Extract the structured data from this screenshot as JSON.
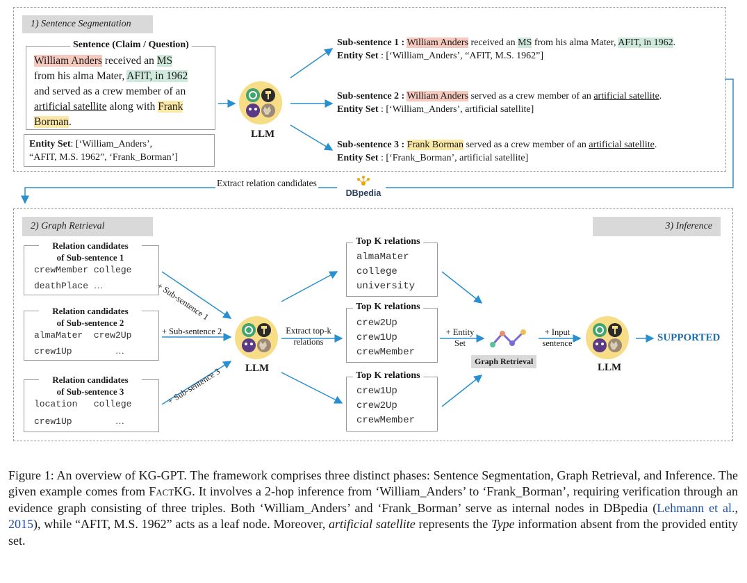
{
  "phase1": {
    "tag": "1) Sentence Segmentation",
    "claim_box_title": "Sentence (Claim / Question)",
    "claim": {
      "p1": "William Anders",
      "p2": " received an ",
      "p3": "MS",
      "p4": "from his alma Mater, ",
      "p5": "AFIT, in 1962",
      "p6": "and served as a crew member of an",
      "p7": "artificial satellite",
      "p8": " along with ",
      "p9": "Frank",
      "p10": "Borman",
      "p11": "."
    },
    "entity_set_label": "Entity Set",
    "entity_set_line1": ": [‘William_Anders’,",
    "entity_set_line2": "“AFIT, M.S. 1962”, ‘Frank_Borman’]",
    "llm_label": "LLM",
    "sub1": {
      "label": "Sub-sentence 1 :",
      "a": "William Anders",
      "b": " received an ",
      "c": "MS",
      "d": " from his alma Mater, ",
      "e": "AFIT, in 1962",
      "f": ".",
      "entity_label": "Entity Set",
      "entity_value": " : [‘William_Anders’, “AFIT, M.S. 1962”]"
    },
    "sub2": {
      "label": "Sub-sentence 2 :",
      "a": "William Anders",
      "b": " served as a crew member of an ",
      "c": "artificial satellite",
      "d": ".",
      "entity_label": "Entity Set",
      "entity_value": " : [‘William_Anders’, artificial satellite]"
    },
    "sub3": {
      "label": "Sub-sentence 3 :",
      "a": "Frank Borman",
      "b": " served as a crew member of an ",
      "c": "artificial satellite",
      "d": ".",
      "entity_label": "Entity Set",
      "entity_value": " : [‘Frank_Borman’, artificial satellite]"
    }
  },
  "connector": {
    "label": "Extract relation candidates",
    "dbpedia": "DBpedia"
  },
  "phase2": {
    "tag": "2) Graph Retrieval",
    "candidates": [
      {
        "title1": "Relation candidates",
        "title2": "of Sub-sentence 1",
        "r1a": "crewMember",
        "r1b": "college",
        "r2a": "deathPlace",
        "r2b": "…",
        "arrow": "+ Sub-sentence 1"
      },
      {
        "title1": "Relation candidates",
        "title2": "of Sub-sentence 2",
        "r1a": "almaMater",
        "r1b": "crew2Up",
        "r2a": "crew1Up",
        "r2b": "…",
        "arrow": "+ Sub-sentence 2"
      },
      {
        "title1": "Relation candidates",
        "title2": "of Sub-sentence 3",
        "r1a": "location",
        "r1b": "college",
        "r2a": "crew1Up",
        "r2b": "…",
        "arrow": "+ Sub-sentence 3"
      }
    ],
    "llm_label": "LLM",
    "extract_label1": "Extract top-k",
    "extract_label2": "relations",
    "topk": [
      {
        "title": "Top K relations",
        "items": [
          "almaMater",
          "college",
          "university"
        ]
      },
      {
        "title": "Top K relations",
        "items": [
          "crew2Up",
          "crew1Up",
          "crewMember"
        ]
      },
      {
        "title": "Top K relations",
        "items": [
          "crew1Up",
          "crew2Up",
          "crewMember"
        ]
      }
    ],
    "entity_set_arrow1": "+ Entity",
    "entity_set_arrow2": "Set",
    "graph_retrieval_label": "Graph Retrieval"
  },
  "phase3": {
    "tag": "3) Inference",
    "input_arrow1": "+ Input",
    "input_arrow2": "sentence",
    "llm_label": "LLM",
    "result": "SUPPORTED",
    "result_color": "#1f6fae"
  },
  "caption": {
    "prefix": "Figure 1: An overview of KG-GPT. The framework comprises three distinct phases: Sentence Segmentation, Graph Retrieval, and Inference. The given example comes from ",
    "factkg": "FactKG",
    "mid": ". It involves a 2-hop inference from ‘William_Anders’ to ‘Frank_Borman’, requiring verification through an evidence graph consisting of three triples. Both ‘William_Anders’ and ‘Frank_Borman’ serve as internal nodes in DBpedia (",
    "cite": "Lehmann et al.",
    "cite_year": "2015",
    "after_cite": "), while “AFIT, M.S. 1962” acts as a leaf node. Moreover, ",
    "artificial": "artificial satellite",
    "after_art": " represents the ",
    "type": "Type",
    "end": " information absent from the provided entity set."
  },
  "colors": {
    "arrow": "#2a8fcf",
    "highlight_red": "#f6c9bf",
    "highlight_green": "#cfe9dc",
    "highlight_yellow": "#fbe8a6",
    "llm_bg": "#f7dd85"
  }
}
